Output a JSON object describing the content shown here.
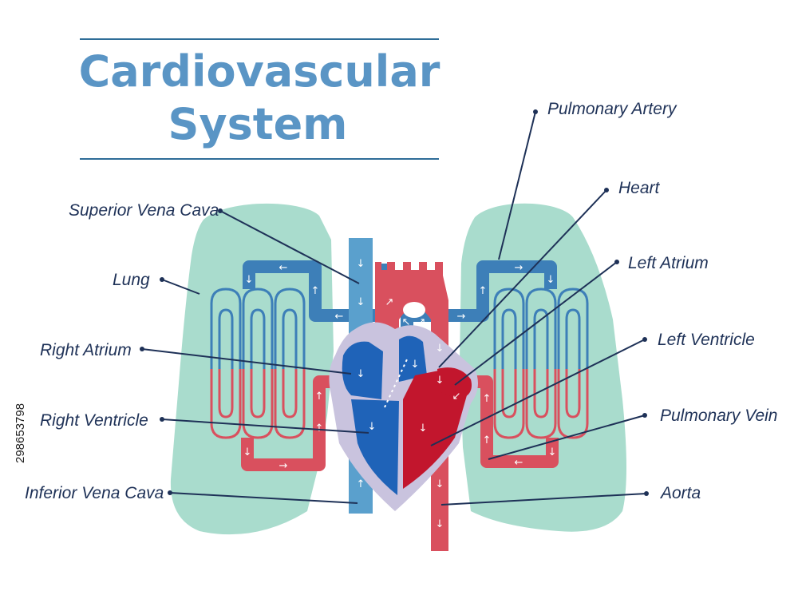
{
  "diagram": {
    "title_line1": "Cardiovascular",
    "title_line2": "System",
    "side_id": "298653798",
    "colors": {
      "lung": "#a9dccd",
      "deoxygenated": "#3d7fb8",
      "oxygenated": "#d9505e",
      "heart_wall": "#c9c3de",
      "heart_blue": "#1f63b8",
      "heart_red": "#c2162d",
      "title": "#5a95c5",
      "label": "#1e3157"
    },
    "labels": {
      "superior_vena_cava": "Superior Vena Cava",
      "lung": "Lung",
      "right_atrium": "Right Atrium",
      "right_ventricle": "Right Ventricle",
      "inferior_vena_cava": "Inferior Vena Cava",
      "pulmonary_artery": "Pulmonary Artery",
      "heart": "Heart",
      "left_atrium": "Left Atrium",
      "left_ventricle": "Left Ventricle",
      "pulmonary_vein": "Pulmonary Vein",
      "aorta": "Aorta"
    }
  }
}
